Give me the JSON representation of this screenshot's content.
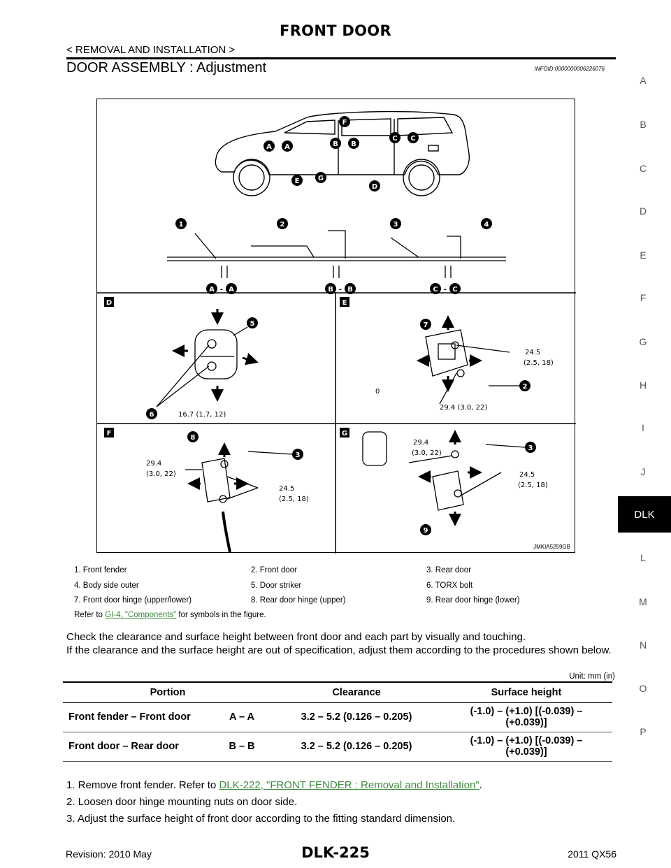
{
  "header": {
    "title": "FRONT DOOR",
    "breadcrumb": "< REMOVAL AND INSTALLATION >",
    "section_heading": "DOOR ASSEMBLY : Adjustment",
    "info_id": "INFOID:0000000006226076"
  },
  "side_index": {
    "letters": [
      "A",
      "B",
      "C",
      "D",
      "E",
      "F",
      "G",
      "H",
      "I",
      "J",
      "L",
      "M",
      "N",
      "O",
      "P"
    ],
    "active": "DLK"
  },
  "figure": {
    "figure_id": "JMKIA5259GB",
    "section_letters": [
      "A",
      "B",
      "C",
      "D",
      "E",
      "F",
      "G"
    ],
    "item_numbers": [
      "1",
      "2",
      "3",
      "4",
      "5",
      "6",
      "7",
      "8",
      "9"
    ],
    "torques": {
      "t1": "16.7 (1.7, 12)",
      "t2_value": "24.5",
      "t2_sub": "(2.5, 18)",
      "t3": "29.4 (3.0, 22)",
      "t4_value": "29.4",
      "t4_sub": "(3.0, 22)"
    },
    "separators": {
      "dash": "-",
      "zero": "0"
    }
  },
  "legend": {
    "items": [
      "1.  Front fender",
      "2.  Front door",
      "3.  Rear door",
      "4.  Body side outer",
      "5.  Door striker",
      "6.  TORX bolt",
      "7.  Front door hinge (upper/lower)",
      "8.  Rear door hinge (upper)",
      "9.  Rear door hinge (lower)"
    ],
    "refer_prefix": "Refer to ",
    "refer_link": "GI-4, \"Components\"",
    "refer_suffix": " for symbols in the figure."
  },
  "body": {
    "para1": "Check the clearance and surface height between front door and each part by visually and touching.",
    "para2": "If the clearance and the surface height are out of specification, adjust them according to the procedures shown below.",
    "unit": "Unit: mm (in)"
  },
  "table": {
    "headers": {
      "portion": "Portion",
      "clearance": "Clearance",
      "surface": "Surface height"
    },
    "rows": [
      {
        "portion": "Front fender – Front door",
        "section": "A – A",
        "clearance": "3.2 – 5.2 (0.126 – 0.205)",
        "surface_1": "(-1.0) – (+1.0) [(-0.039) –",
        "surface_2": "(+0.039)]"
      },
      {
        "portion": "Front door – Rear door",
        "section": "B – B",
        "clearance": "3.2 – 5.2 (0.126 – 0.205)",
        "surface_1": "(-1.0) – (+1.0) [(-0.039) –",
        "surface_2": "(+0.039)]"
      }
    ]
  },
  "steps": {
    "s1_prefix": "1.  Remove front fender. Refer to ",
    "s1_link": "DLK-222, \"FRONT FENDER : Removal and Installation\"",
    "s1_suffix": ".",
    "s2": "2.  Loosen door hinge mounting nuts on door side.",
    "s3": "3.  Adjust the surface height of front door according to the fitting standard dimension."
  },
  "footer": {
    "revision": "Revision: 2010 May",
    "page": "DLK-225",
    "model": "2011 QX56"
  }
}
